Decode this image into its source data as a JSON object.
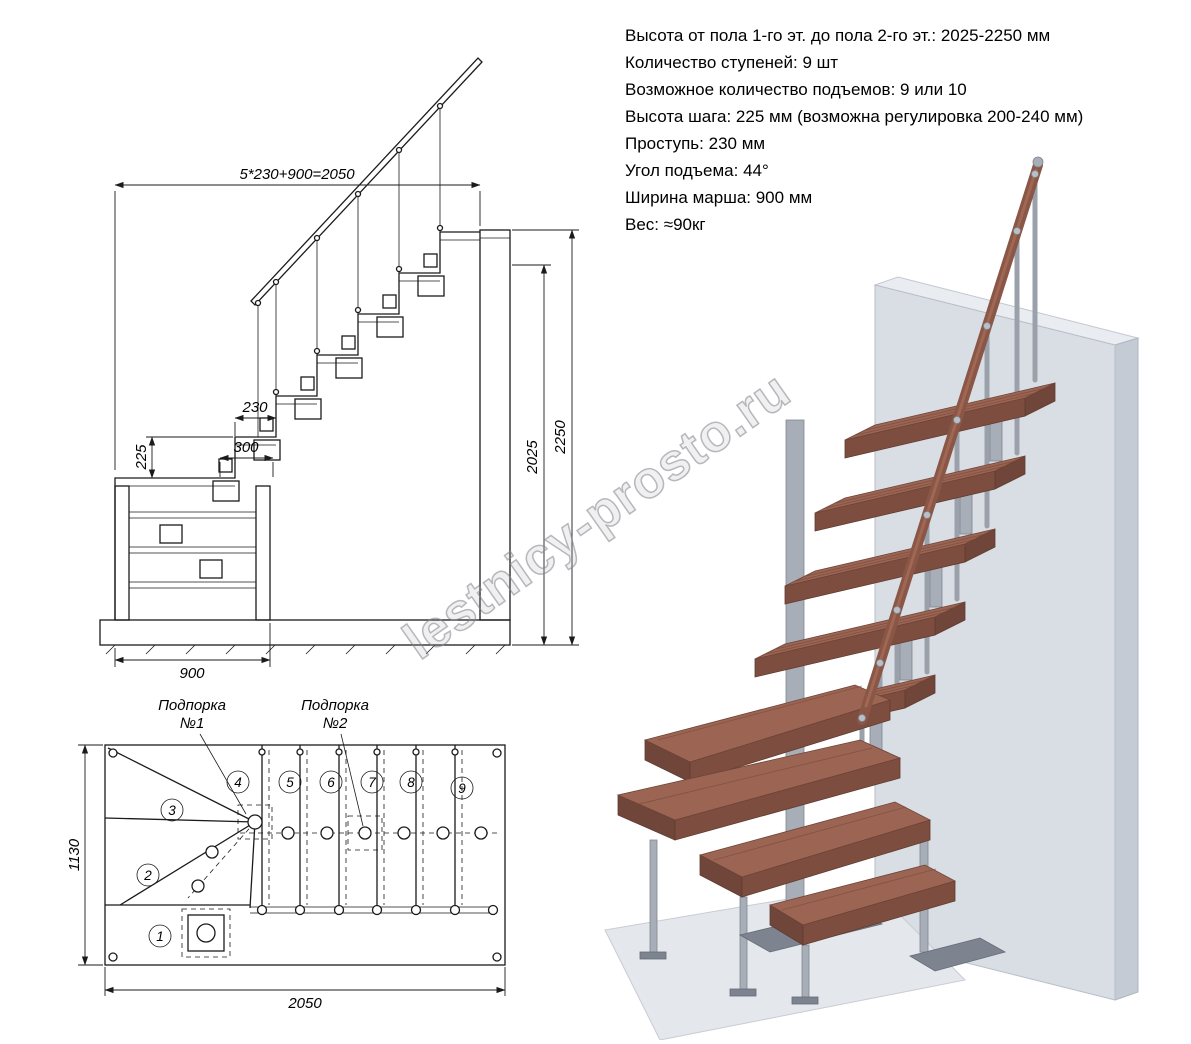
{
  "specs": {
    "lines": [
      "Высота от пола 1-го эт. до пола 2-го эт.: 2025-2250 мм",
      "Количество ступеней: 9 шт",
      "Возможное количество подъемов: 9 или 10",
      "Высота шага: 225 мм (возможна регулировка 200-240 мм)",
      "Проступь: 230 мм",
      "Угол подъема: 44°",
      "Ширина марша: 900 мм",
      "Вес: ≈90кг"
    ]
  },
  "elevation": {
    "dim_total": "5*230+900=2050",
    "dim_230": "230",
    "dim_300": "300",
    "dim_225": "225",
    "dim_900": "900",
    "dim_2250": "2250",
    "dim_2025": "2025"
  },
  "plan": {
    "support1_line1": "Подпорка",
    "support1_line2": "№1",
    "support2_line1": "Подпорка",
    "support2_line2": "№2",
    "dim_1130": "1130",
    "dim_2050": "2050",
    "steps": [
      "1",
      "2",
      "3",
      "4",
      "5",
      "6",
      "7",
      "8",
      "9"
    ]
  },
  "watermark": {
    "text": "lestnicy-prosto.ru"
  },
  "colors": {
    "tread_top": "#9c6553",
    "tread_front": "#7d4e3f",
    "metal": "#a8aeb7",
    "wall": "#d9dde4",
    "handrail": "#8a5746",
    "line": "#1b1b1b"
  }
}
